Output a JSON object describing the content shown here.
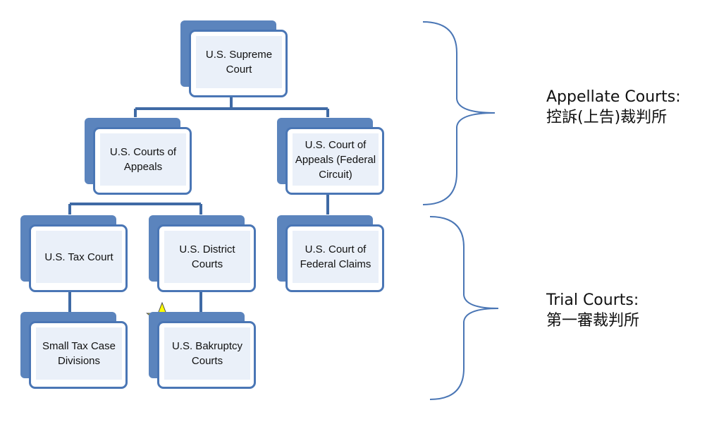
{
  "nodes": {
    "supreme": "U.S. Supreme Court",
    "appeals": "U.S. Courts of Appeals",
    "federal_circuit": "U.S. Court of Appeals (Federal Circuit)",
    "tax_court": "U.S. Tax Court",
    "district": "U.S. District Courts",
    "federal_claims": "U.S. Court of Federal Claims",
    "small_tax": "Small Tax Case Divisions",
    "bankruptcy": "U.S. Bakruptcy Courts"
  },
  "brackets": {
    "appellate_en": "Appellate Courts:",
    "appellate_ja": "控訴(上告)裁判所",
    "trial_en": "Trial Courts:",
    "trial_ja": "第一審裁判所"
  },
  "colors": {
    "box_back": "#5b84bd",
    "box_border": "#4a76b5",
    "box_fill": "#eaf0f9",
    "connector": "#3f6aa5",
    "bracket": "#4a76b5",
    "star": "#ffff00"
  },
  "marker": "star-icon"
}
